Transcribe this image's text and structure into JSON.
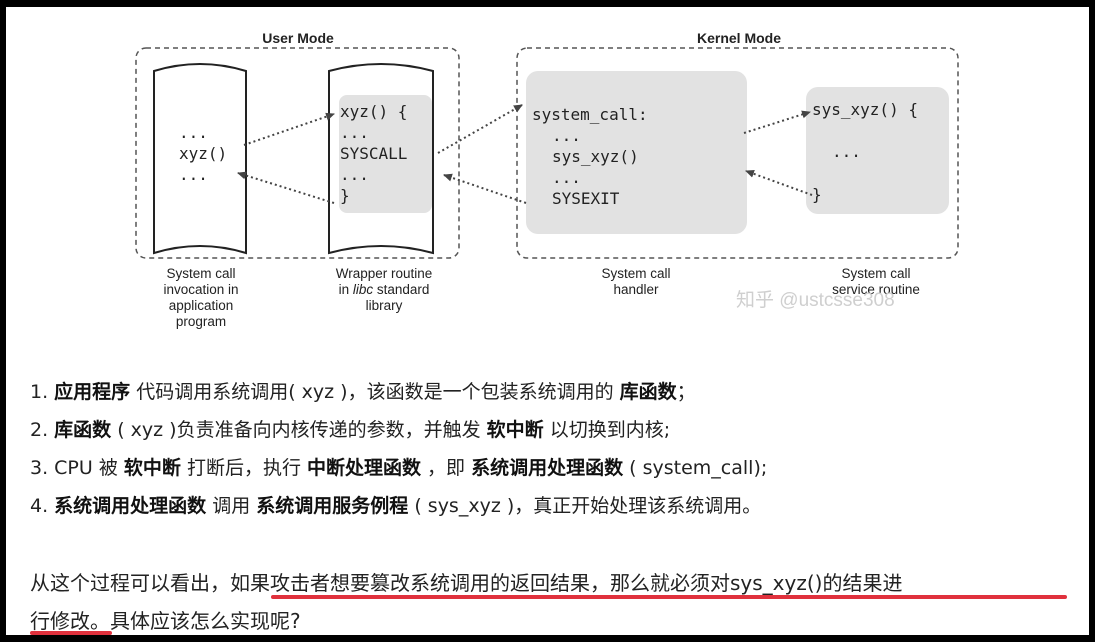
{
  "diagram": {
    "user_mode_label": "User Mode",
    "kernel_mode_label": "Kernel Mode",
    "app_code": {
      "line1": "...",
      "line2": "xyz()",
      "line3": "..."
    },
    "wrapper_code": {
      "line1": "xyz() {",
      "line2": "...",
      "line3": "SYSCALL",
      "line4": "...",
      "line5": "}"
    },
    "handler_code": {
      "line1": "system_call:",
      "line2": "...",
      "line3": "sys_xyz()",
      "line4": "...",
      "line5": "SYSEXIT"
    },
    "service_code": {
      "line1": "sys_xyz() {",
      "line2": "...",
      "line3": "}"
    },
    "captions": {
      "app": {
        "line1": "System call",
        "line2": "invocation in",
        "line3": "application",
        "line4": "program"
      },
      "wrapper": {
        "line1": "Wrapper routine",
        "line2_pre": "in ",
        "line2_em": "libc",
        "line2_post": " standard",
        "line3": "library"
      },
      "handler": {
        "line1": "System call",
        "line2": "handler"
      },
      "service": {
        "line1": "System call",
        "line2": "service routine"
      }
    },
    "watermark": "知乎 @ustcsse308"
  },
  "steps": [
    {
      "n": "1. ",
      "b1": "应用程序",
      "t1": " 代码调用系统调用( xyz )，该函数是一个包装系统调用的 ",
      "b2": "库函数",
      "t2": "；",
      "b3": "",
      "t3": "",
      "b4": "",
      "t4": ""
    },
    {
      "n": "2. ",
      "b1": "库函数",
      "t1": " ( xyz )负责准备向内核传递的参数，并触发 ",
      "b2": "软中断",
      "t2": " 以切换到内核;",
      "b3": "",
      "t3": "",
      "b4": "",
      "t4": ""
    },
    {
      "n": "3. CPU 被 ",
      "b1": "软中断",
      "t1": " 打断后，执行 ",
      "b2": "中断处理函数",
      "t2": " ，即 ",
      "b3": "系统调用处理函数",
      "t3": " ( system_call);",
      "b4": "",
      "t4": ""
    },
    {
      "n": "4. ",
      "b1": "系统调用处理函数",
      "t1": " 调用 ",
      "b2": "系统调用服务例程",
      "t2": " ( sys_xyz )，真正开始处理该系统调用。",
      "b3": "",
      "t3": "",
      "b4": "",
      "t4": ""
    }
  ],
  "paragraph": {
    "lead": "从这个过程可以看出，",
    "highlight1": "如果攻击者想要篡改系统调用的返回结果，那么就必须对sys_xyz()的结果进",
    "highlight2": "行修改。",
    "tail": "具体应该怎么实现呢?"
  },
  "colors": {
    "underline": "#e0313d",
    "panel": "#e2e2e2",
    "dash": "#555555"
  }
}
